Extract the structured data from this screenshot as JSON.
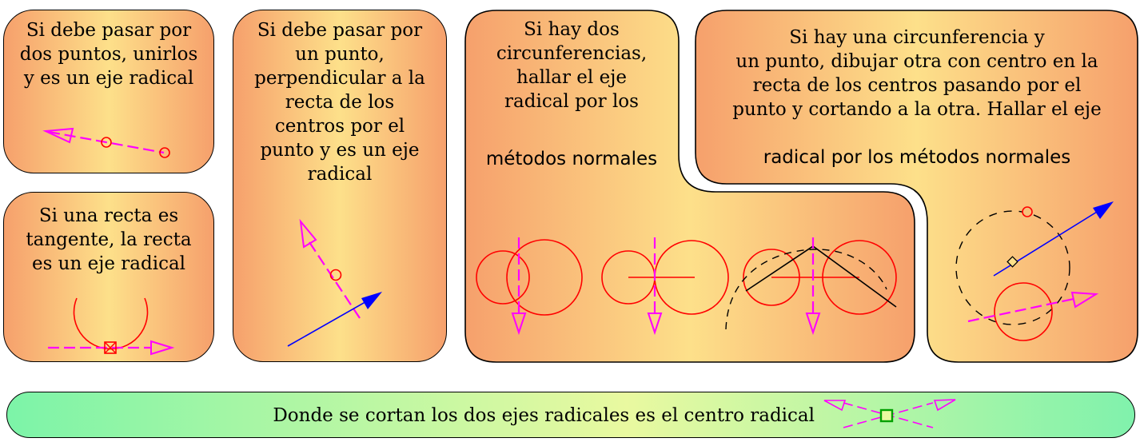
{
  "panels": {
    "two_points": {
      "text": "Si debe pasar por\ndos puntos, unirlos\ny es un eje radical"
    },
    "tangent": {
      "text": "Si una recta es\ntangente, la recta\nes un eje radical"
    },
    "one_point": {
      "text": "Si debe pasar por\nun punto,\nperpendicular a la\nrecta de los\ncentros por el\npunto y es un eje\nradical"
    },
    "two_circles": {
      "text": "Si hay dos\ncircunferencias,\nhallar el eje\nradical por los",
      "highlight": "métodos normales"
    },
    "circle_point": {
      "text": "Si hay una circunferencia y\nun punto, dibujar otra con centro en la\nrecta de los centros pasando por el\npunto y cortando a la otra. Hallar el eje",
      "highlight": "radical por los métodos normales"
    }
  },
  "bottom_bar": {
    "text": "Donde se cortan los dos ejes radicales es el centro radical"
  },
  "colors": {
    "panel_orange": "#f6a06c",
    "panel_yellow": "#fde08a",
    "bar_green": "#7cf4a8",
    "bar_yellow": "#e9f9a0",
    "axis_magenta": "#ff00ff",
    "circle_red": "#ff0000",
    "line_blue": "#0000ff",
    "center_green": "#00a000"
  }
}
